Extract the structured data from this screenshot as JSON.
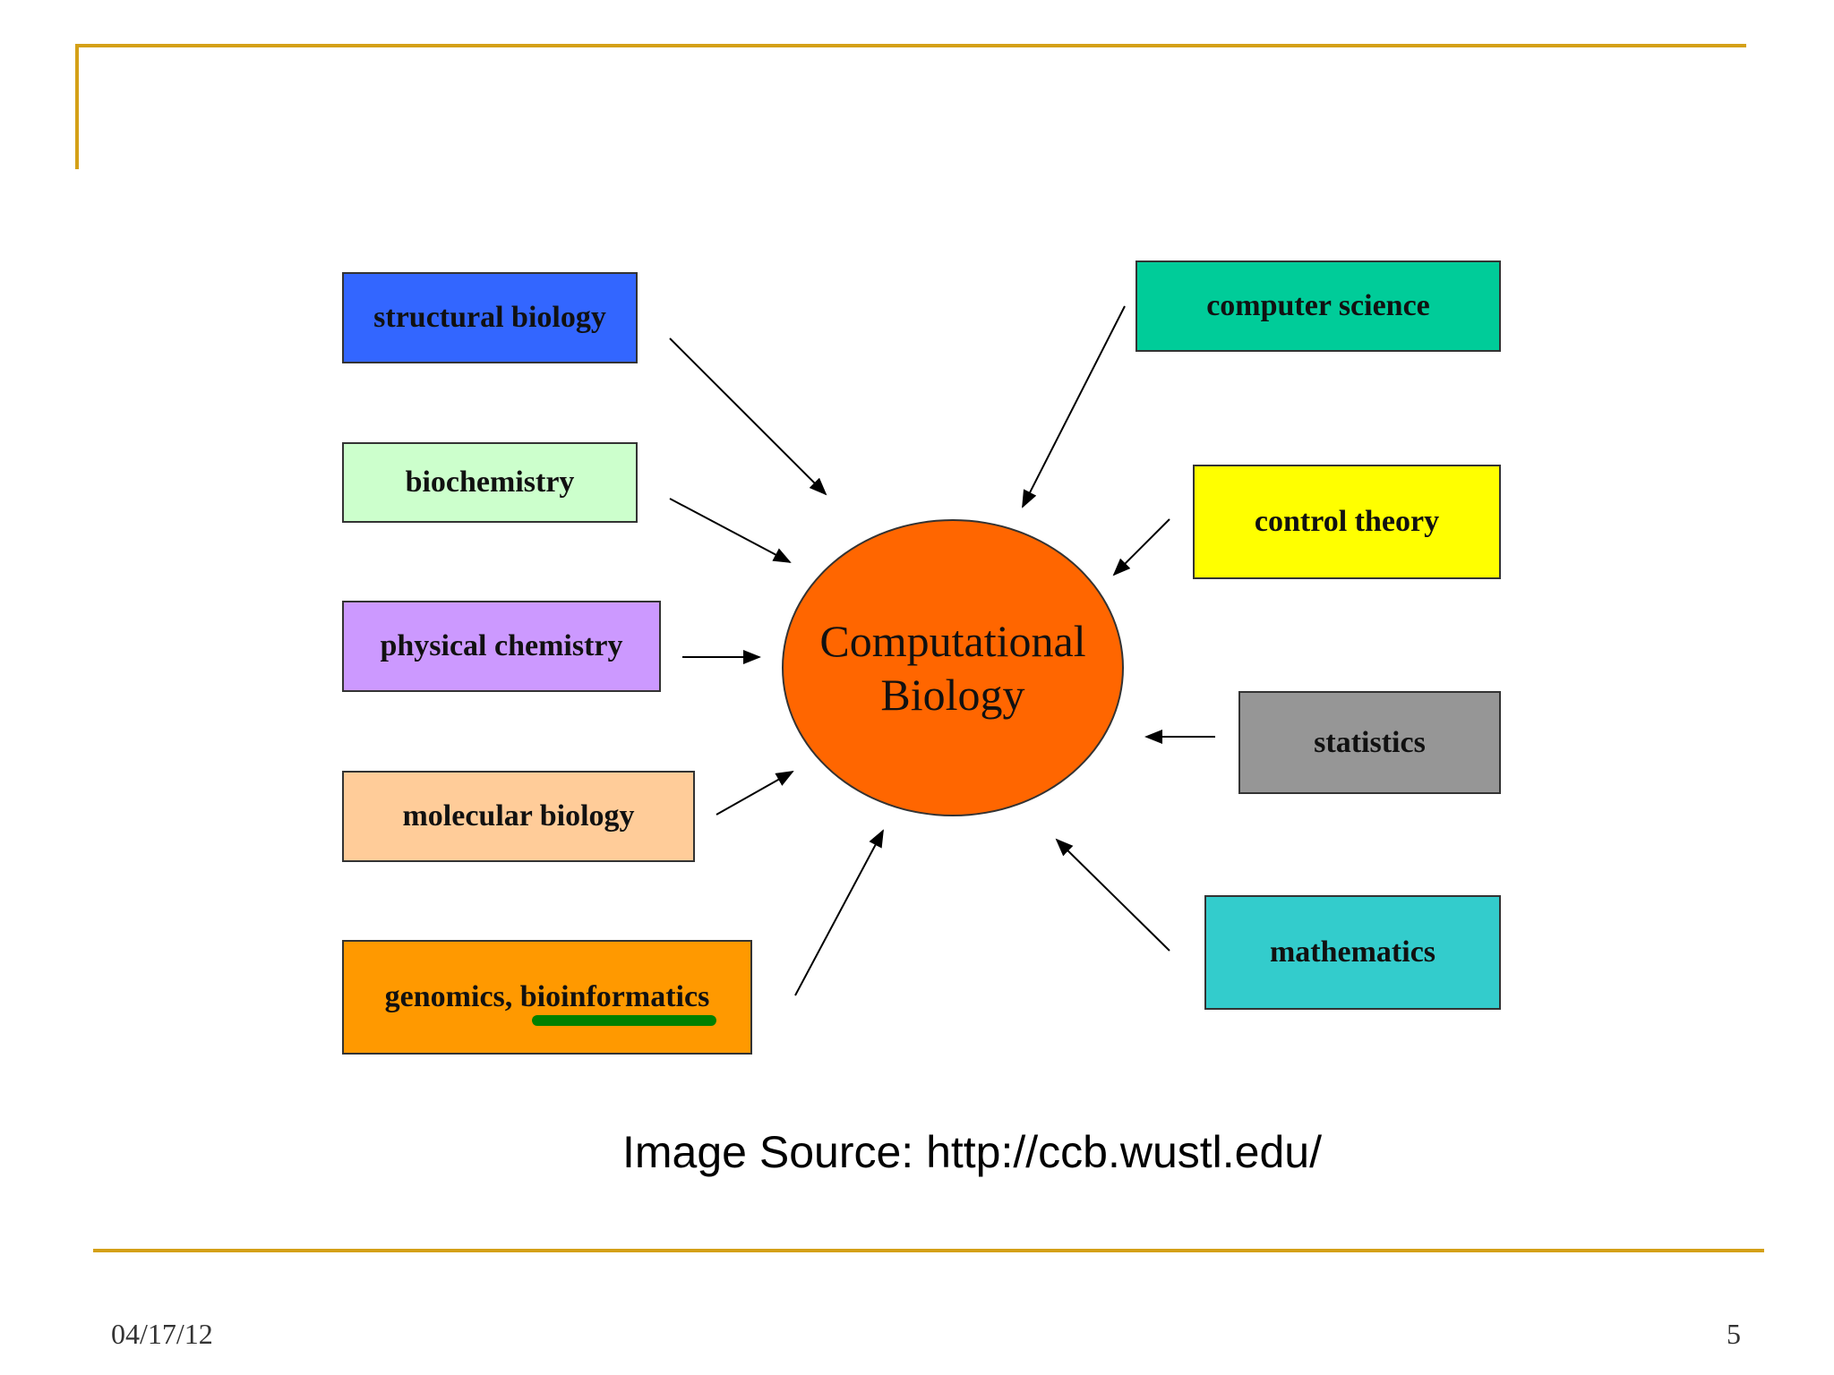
{
  "diagram": {
    "center": {
      "label": "Computational\nBiology",
      "color": "#FF6600"
    },
    "nodes": [
      {
        "label": "structural biology",
        "color": "#3366FF"
      },
      {
        "label": "biochemistry",
        "color": "#CCFFCC"
      },
      {
        "label": "physical chemistry",
        "color": "#CC99FF"
      },
      {
        "label": "molecular biology",
        "color": "#FFCC99"
      },
      {
        "label": "genomics, bioinformatics",
        "color": "#FF9900"
      },
      {
        "label": "computer science",
        "color": "#00CC99"
      },
      {
        "label": "control theory",
        "color": "#FFFF00"
      },
      {
        "label": "statistics",
        "color": "#969696"
      },
      {
        "label": "mathematics",
        "color": "#33CCCC"
      }
    ],
    "underline_color": "#008000"
  },
  "source": "Image Source: http://ccb.wustl.edu/",
  "footer": {
    "date": "04/17/12",
    "page_number": "5"
  },
  "theme": {
    "rule_color": "#D4A017"
  }
}
